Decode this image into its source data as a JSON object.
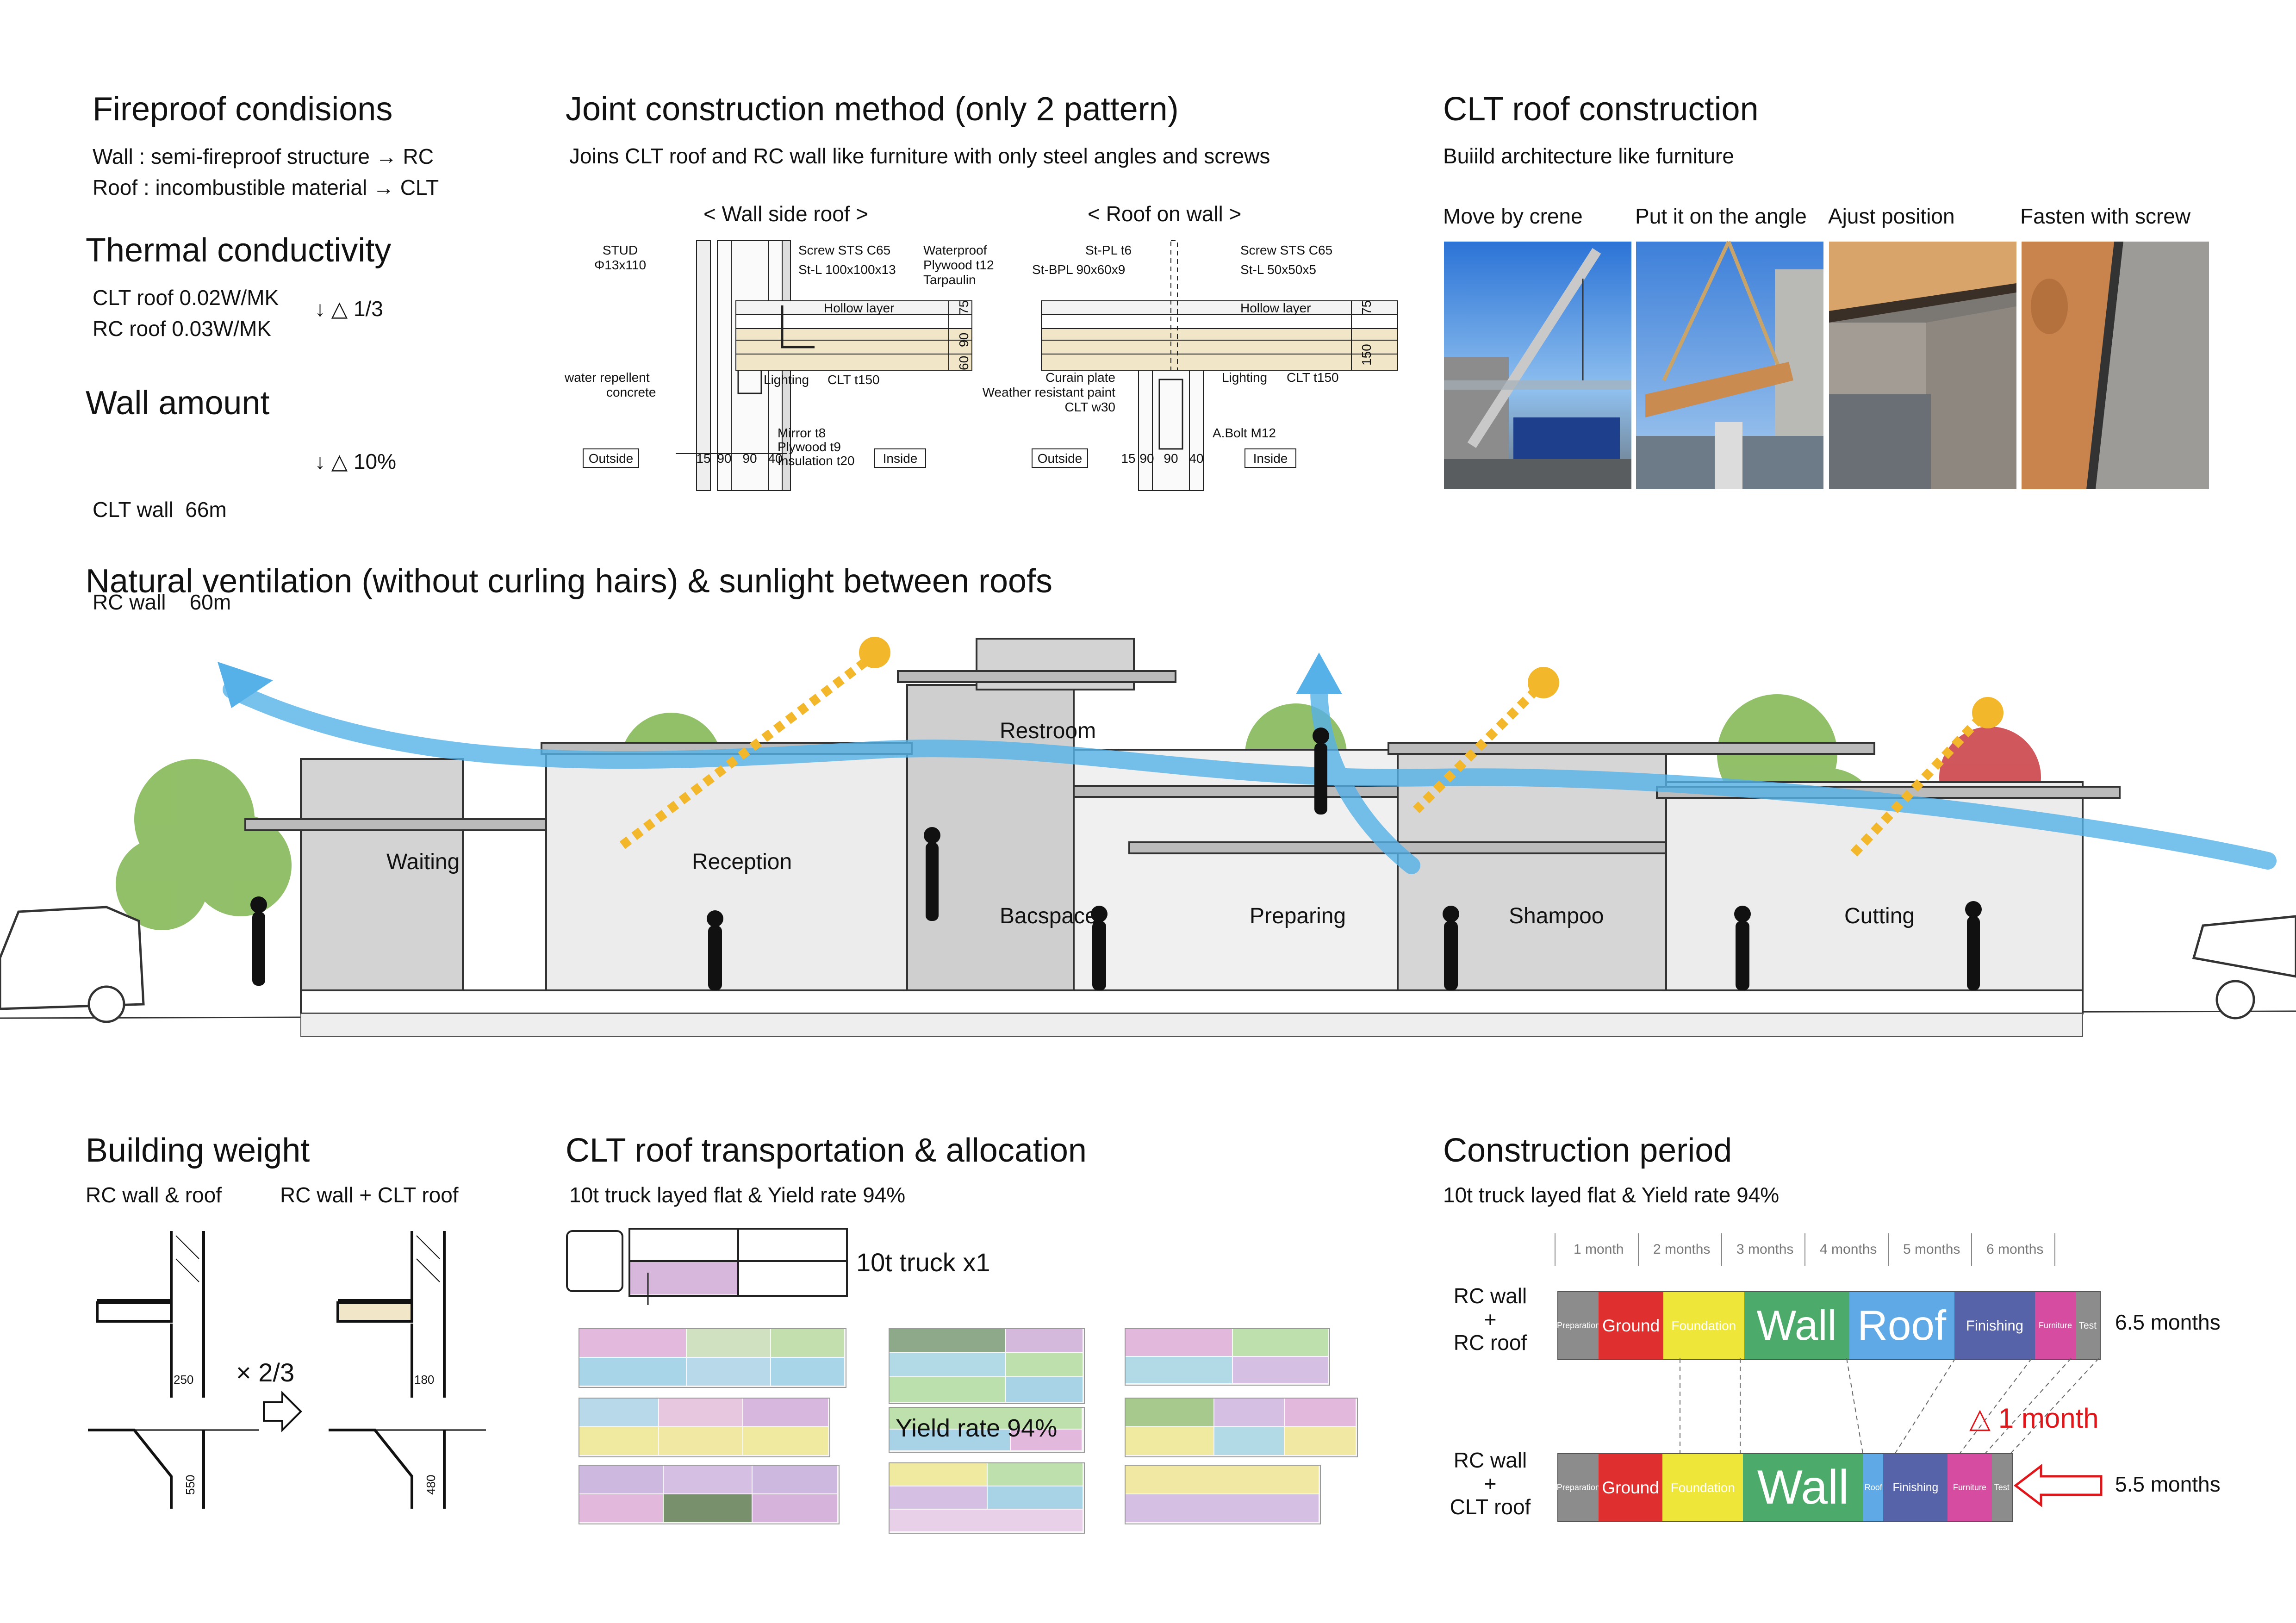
{
  "fireproof": {
    "title": "Fireproof condisions",
    "wall": "Wall : semi-fireproof structure → RC",
    "roof": "Roof : incombustible material → CLT"
  },
  "thermal": {
    "title": "Thermal conductivity",
    "clt": "CLT roof 0.02W/MK",
    "rc": "RC roof 0.03W/MK",
    "delta": "↓ △ 1/3"
  },
  "wall_amount": {
    "title": "Wall amount",
    "clt": "CLT wall  66m",
    "rc": "RC wall    60m",
    "delta": "↓ △ 10%"
  },
  "joint": {
    "title": "Joint construction method (only 2 pattern)",
    "subtitle": "Joins CLT roof and RC wall like furniture with only steel angles and screws",
    "left": {
      "title": "< Wall side roof >",
      "labels": [
        "STUD",
        "Φ13x110",
        "Screw STS C65",
        "St-L 100x100x13",
        "Waterproof",
        "Plywood t12",
        "Tarpaulin",
        "Hollow layer",
        "water repellent",
        "concrete",
        "Lighting",
        "CLT t150",
        "Mirror t8",
        "Plywood t9",
        "Insulation t20",
        "Outside",
        "Inside",
        "15",
        "90",
        "90",
        "40",
        "75",
        "90",
        "60"
      ]
    },
    "right": {
      "title": "< Roof on wall >",
      "labels": [
        "St-PL t6",
        "St-BPL 90x60x9",
        "Screw STS C65",
        "St-L 50x50x5",
        "Hollow layer",
        "Curain plate",
        "Weather resistant paint",
        "CLT w30",
        "Lighting",
        "CLT t150",
        "A.Bolt M12",
        "Outside",
        "Inside",
        "15",
        "90",
        "90",
        "40",
        "75",
        "150"
      ]
    }
  },
  "clt_roof": {
    "title": "CLT roof construction",
    "subtitle": "Buiild architecture like furniture",
    "steps": [
      "Move by crene",
      "Put it on the angle",
      "Ajust position",
      "Fasten with screw"
    ]
  },
  "section": {
    "title": "Natural ventilation (without curling hairs) & sunlight between roofs",
    "rooms": [
      "Waiting",
      "Reception",
      "Restroom",
      "Bacspace",
      "Preparing",
      "Shampoo",
      "Cutting"
    ]
  },
  "weight": {
    "title": "Building weight",
    "left_label": "RC wall & roof",
    "right_label": "RC wall + CLT roof",
    "factor": "× 2/3",
    "dims": [
      "250",
      "550",
      "180",
      "480"
    ]
  },
  "transport": {
    "title": "CLT roof transportation & allocation",
    "subtitle": "10t truck layed flat & Yield rate 94%",
    "truck_label": "10t truck x1",
    "yield_label": "Yield rate 94%"
  },
  "period": {
    "title": "Construction period",
    "subtitle": "10t truck layed flat & Yield rate 94%",
    "months": [
      "1 month",
      "2 months",
      "3 months",
      "4 months",
      "5 months",
      "6 months"
    ],
    "row1_label": [
      "RC wall",
      "+",
      "RC roof"
    ],
    "row2_label": [
      "RC wall",
      "+",
      "CLT roof"
    ],
    "row1_total": "6.5 months",
    "row2_total": "5.5 months",
    "saving": "△ 1 month",
    "row1": [
      {
        "label": "Preparation",
        "color": "#8c8c8c",
        "weeks": 1
      },
      {
        "label": "Ground",
        "color": "#e02f2f",
        "weeks": 1.6
      },
      {
        "label": "Foundation",
        "color": "#efe63a",
        "weeks": 2
      },
      {
        "label": "Wall",
        "color": "#4caa6a",
        "weeks": 2.6
      },
      {
        "label": "Roof",
        "color": "#5fa9e6",
        "weeks": 2.6
      },
      {
        "label": "Finishing",
        "color": "#5763a8",
        "weeks": 2
      },
      {
        "label": "Furniture",
        "color": "#d64ca0",
        "weeks": 1
      },
      {
        "label": "Test",
        "color": "#8c8c8c",
        "weeks": 0.6
      }
    ],
    "row2": [
      {
        "label": "Preparation",
        "color": "#8c8c8c",
        "weeks": 1
      },
      {
        "label": "Ground",
        "color": "#e02f2f",
        "weeks": 1.6
      },
      {
        "label": "Foundation",
        "color": "#efe63a",
        "weeks": 2
      },
      {
        "label": "Wall",
        "color": "#4caa6a",
        "weeks": 3
      },
      {
        "label": "Roof",
        "color": "#5fa9e6",
        "weeks": 0.5
      },
      {
        "label": "Finishing",
        "color": "#5763a8",
        "weeks": 1.6
      },
      {
        "label": "Furniture",
        "color": "#d64ca0",
        "weeks": 1.1
      },
      {
        "label": "Test",
        "color": "#8c8c8c",
        "weeks": 0.5
      }
    ]
  }
}
